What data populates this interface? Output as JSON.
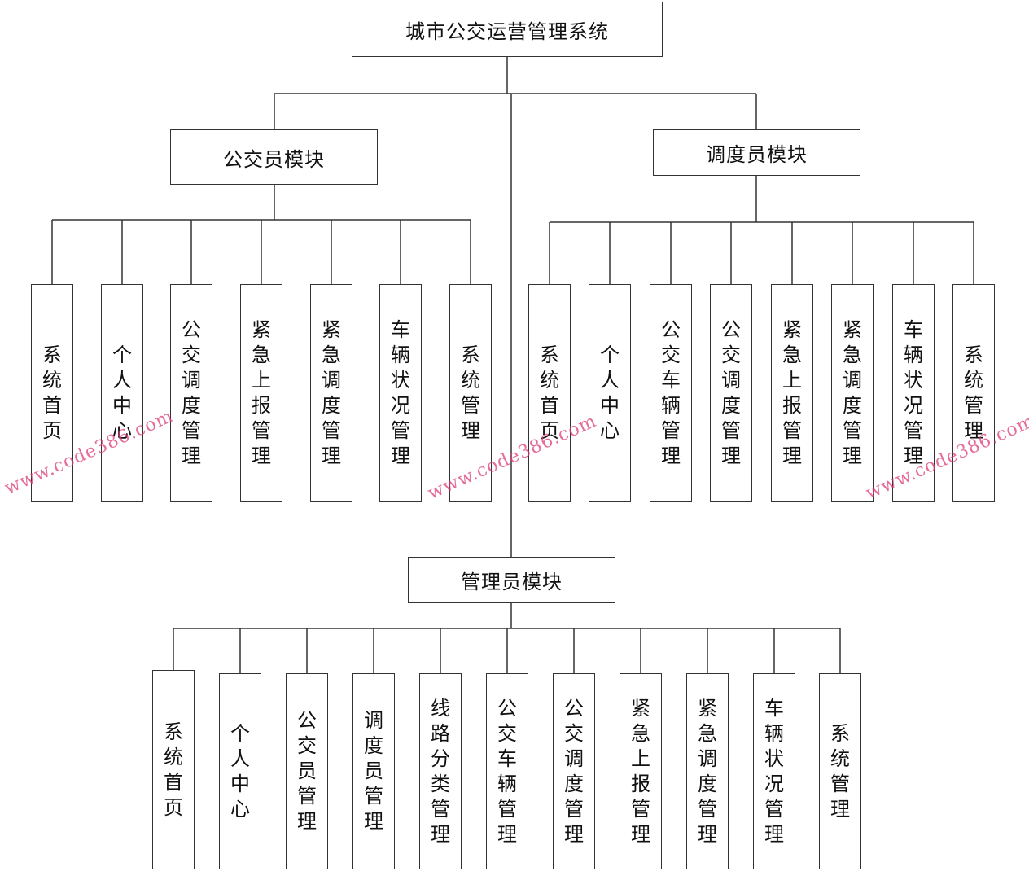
{
  "root": {
    "label": "城市公交运营管理系统"
  },
  "modules": [
    {
      "id": "driver",
      "label": "公交员模块",
      "children": [
        "系统首页",
        "个人中心",
        "公交调度管理",
        "紧急上报管理",
        "紧急调度管理",
        "车辆状况管理",
        "系统管理"
      ]
    },
    {
      "id": "dispatcher",
      "label": "调度员模块",
      "children": [
        "系统首页",
        "个人中心",
        "公交车辆管理",
        "公交调度管理",
        "紧急上报管理",
        "紧急调度管理",
        "车辆状况管理",
        "系统管理"
      ]
    },
    {
      "id": "admin",
      "label": "管理员模块",
      "children": [
        "系统首页",
        "个人中心",
        "公交员管理",
        "调度员管理",
        "线路分类管理",
        "公交车辆管理",
        "公交调度管理",
        "紧急上报管理",
        "紧急调度管理",
        "车辆状况管理",
        "系统管理"
      ]
    }
  ],
  "watermark": "www.code386.com"
}
